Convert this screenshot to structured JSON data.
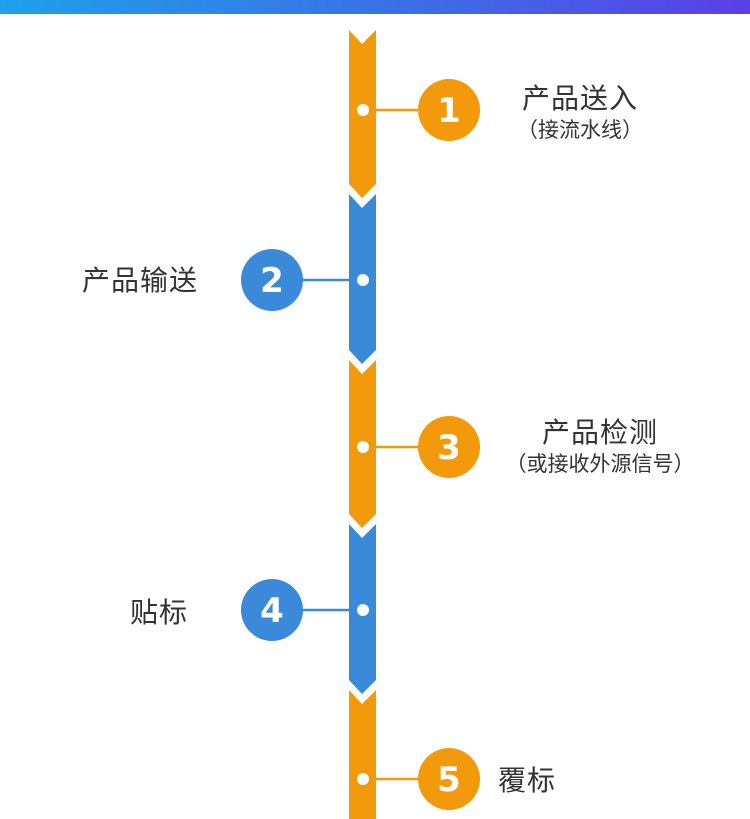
{
  "colors": {
    "orange": "#f29a0c",
    "blue": "#3b8ad9",
    "white": "#ffffff",
    "text": "#333333"
  },
  "steps": [
    {
      "number": "1",
      "title": "产品送入",
      "subtitle": "（接流水线）",
      "color": "orange",
      "side": "right"
    },
    {
      "number": "2",
      "title": "产品输送",
      "subtitle": "",
      "color": "blue",
      "side": "left"
    },
    {
      "number": "3",
      "title": "产品检测",
      "subtitle": "（或接收外源信号）",
      "color": "orange",
      "side": "right"
    },
    {
      "number": "4",
      "title": "贴标",
      "subtitle": "",
      "color": "blue",
      "side": "left"
    },
    {
      "number": "5",
      "title": "覆标",
      "subtitle": "",
      "color": "orange",
      "side": "right"
    }
  ]
}
